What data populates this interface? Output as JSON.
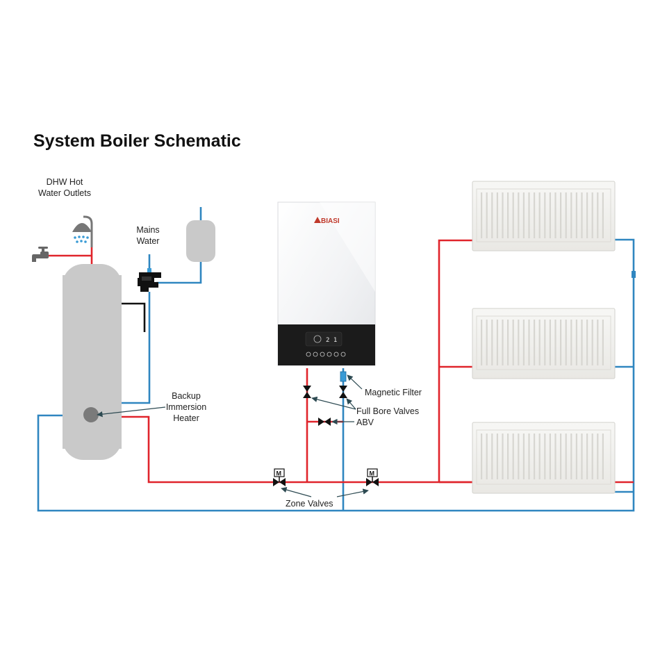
{
  "title": "System Boiler Schematic",
  "labels": {
    "dhw_line1": "DHW Hot",
    "dhw_line2": "Water Outlets",
    "mains_line1": "Mains",
    "mains_line2": "Water",
    "backup_line1": "Backup",
    "backup_line2": "Immersion",
    "backup_line3": "Heater",
    "magnetic_filter": "Magnetic Filter",
    "full_bore_valves": "Full Bore Valves",
    "abv": "ABV",
    "zone_valves": "Zone Valves",
    "zone_valve_marker": "M"
  },
  "boiler": {
    "brand": "BIASI",
    "display": "2 1"
  },
  "colors": {
    "flow_pipe": "#e0242b",
    "return_pipe": "#2f86c0",
    "cylinder": "#c9c9c9",
    "boiler_panel": "#1b1b1b",
    "valve": "#111111"
  },
  "icons": [
    "shower-icon",
    "tap-icon",
    "water-droplet-icon"
  ]
}
